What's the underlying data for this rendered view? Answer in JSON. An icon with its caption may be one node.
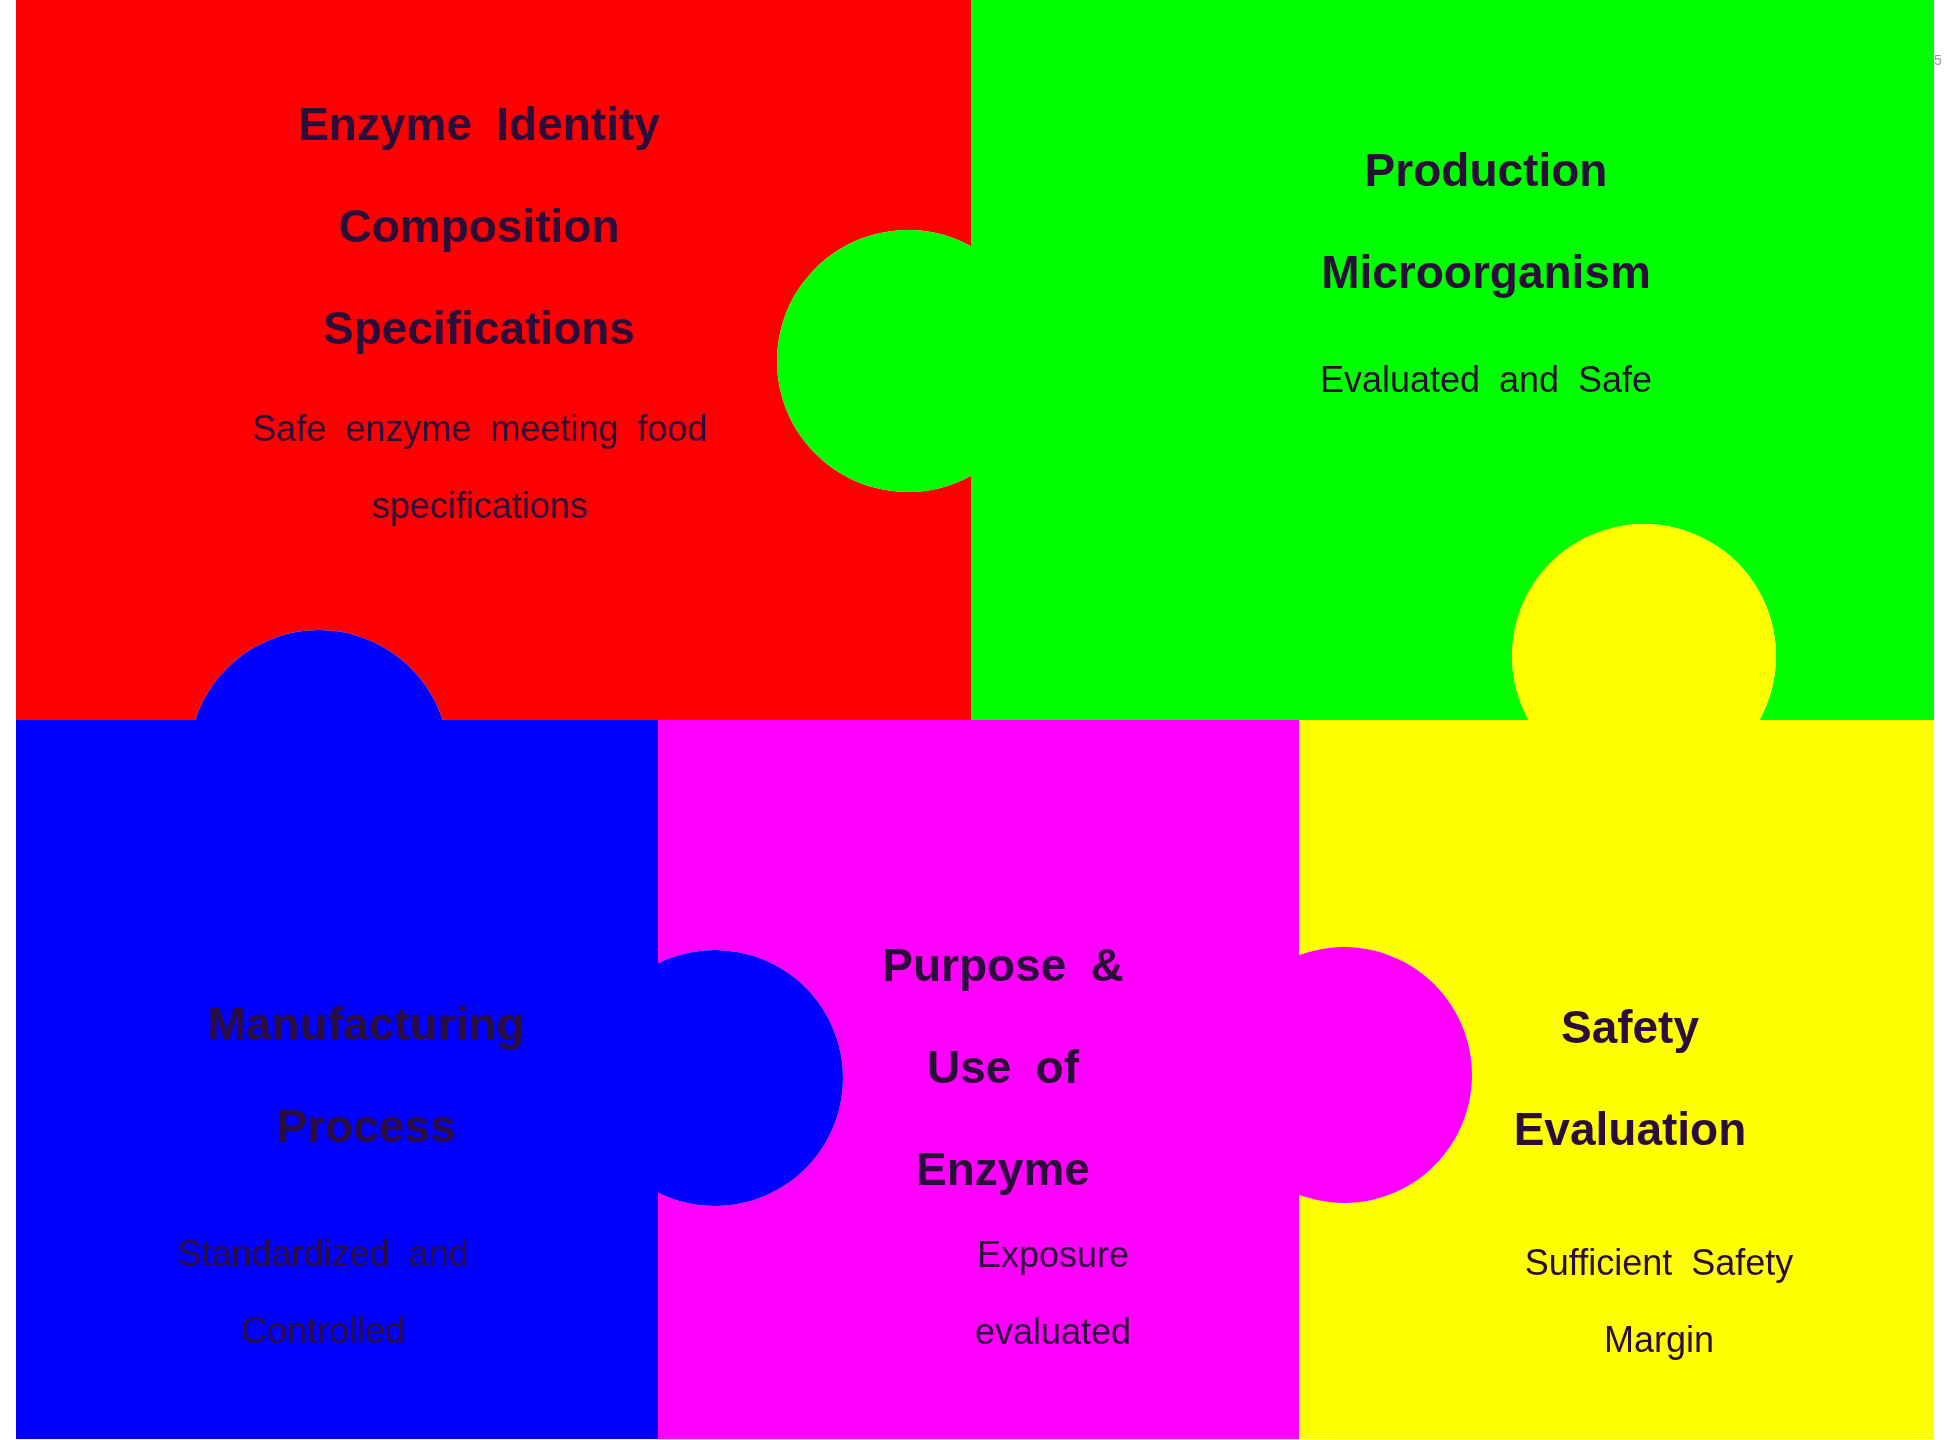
{
  "diagram": {
    "nodes": [
      {
        "text": [
          "Enzyme Identity Composition Specifications",
          "Safe enzyme meeting food specifications"
        ]
      },
      {
        "text": [
          "Production Microorganism",
          "Evaluated and Safe"
        ]
      },
      {
        "text": [
          "Manufacturing Process",
          "Standardized and Controlled"
        ]
      },
      {
        "text": [
          "Purpose & Use of Enzyme",
          "Exposure evaluated"
        ]
      },
      {
        "text": [
          "Safety Evaluation",
          "Sufficient Safety Margin"
        ]
      }
    ],
    "labels": [
      "5"
    ]
  }
}
